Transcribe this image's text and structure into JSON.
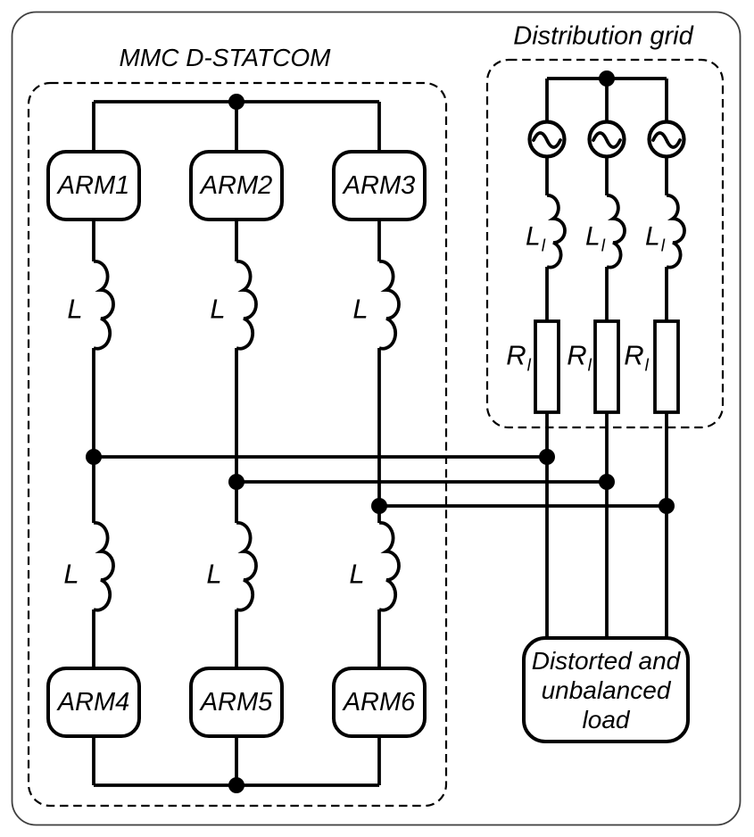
{
  "diagram": {
    "mmc_title": "MMC D-STATCOM",
    "grid_title": "Distribution grid",
    "arms": [
      "ARM1",
      "ARM2",
      "ARM3",
      "ARM4",
      "ARM5",
      "ARM6"
    ],
    "labels": {
      "arm_inductor": "L",
      "grid_inductor_base": "L",
      "grid_inductor_sub": "l",
      "grid_resistor_base": "R",
      "grid_resistor_sub": "l"
    },
    "load_lines": [
      "Distorted and",
      "unbalanced",
      "load"
    ],
    "icons": {
      "ac_source": "ac-source-icon",
      "inductor": "inductor-icon",
      "resistor": "resistor-icon",
      "junction": "junction-dot-icon"
    },
    "colors": {
      "line": "#000000",
      "outer_border": "#3f3f3f",
      "background": "#ffffff"
    }
  }
}
